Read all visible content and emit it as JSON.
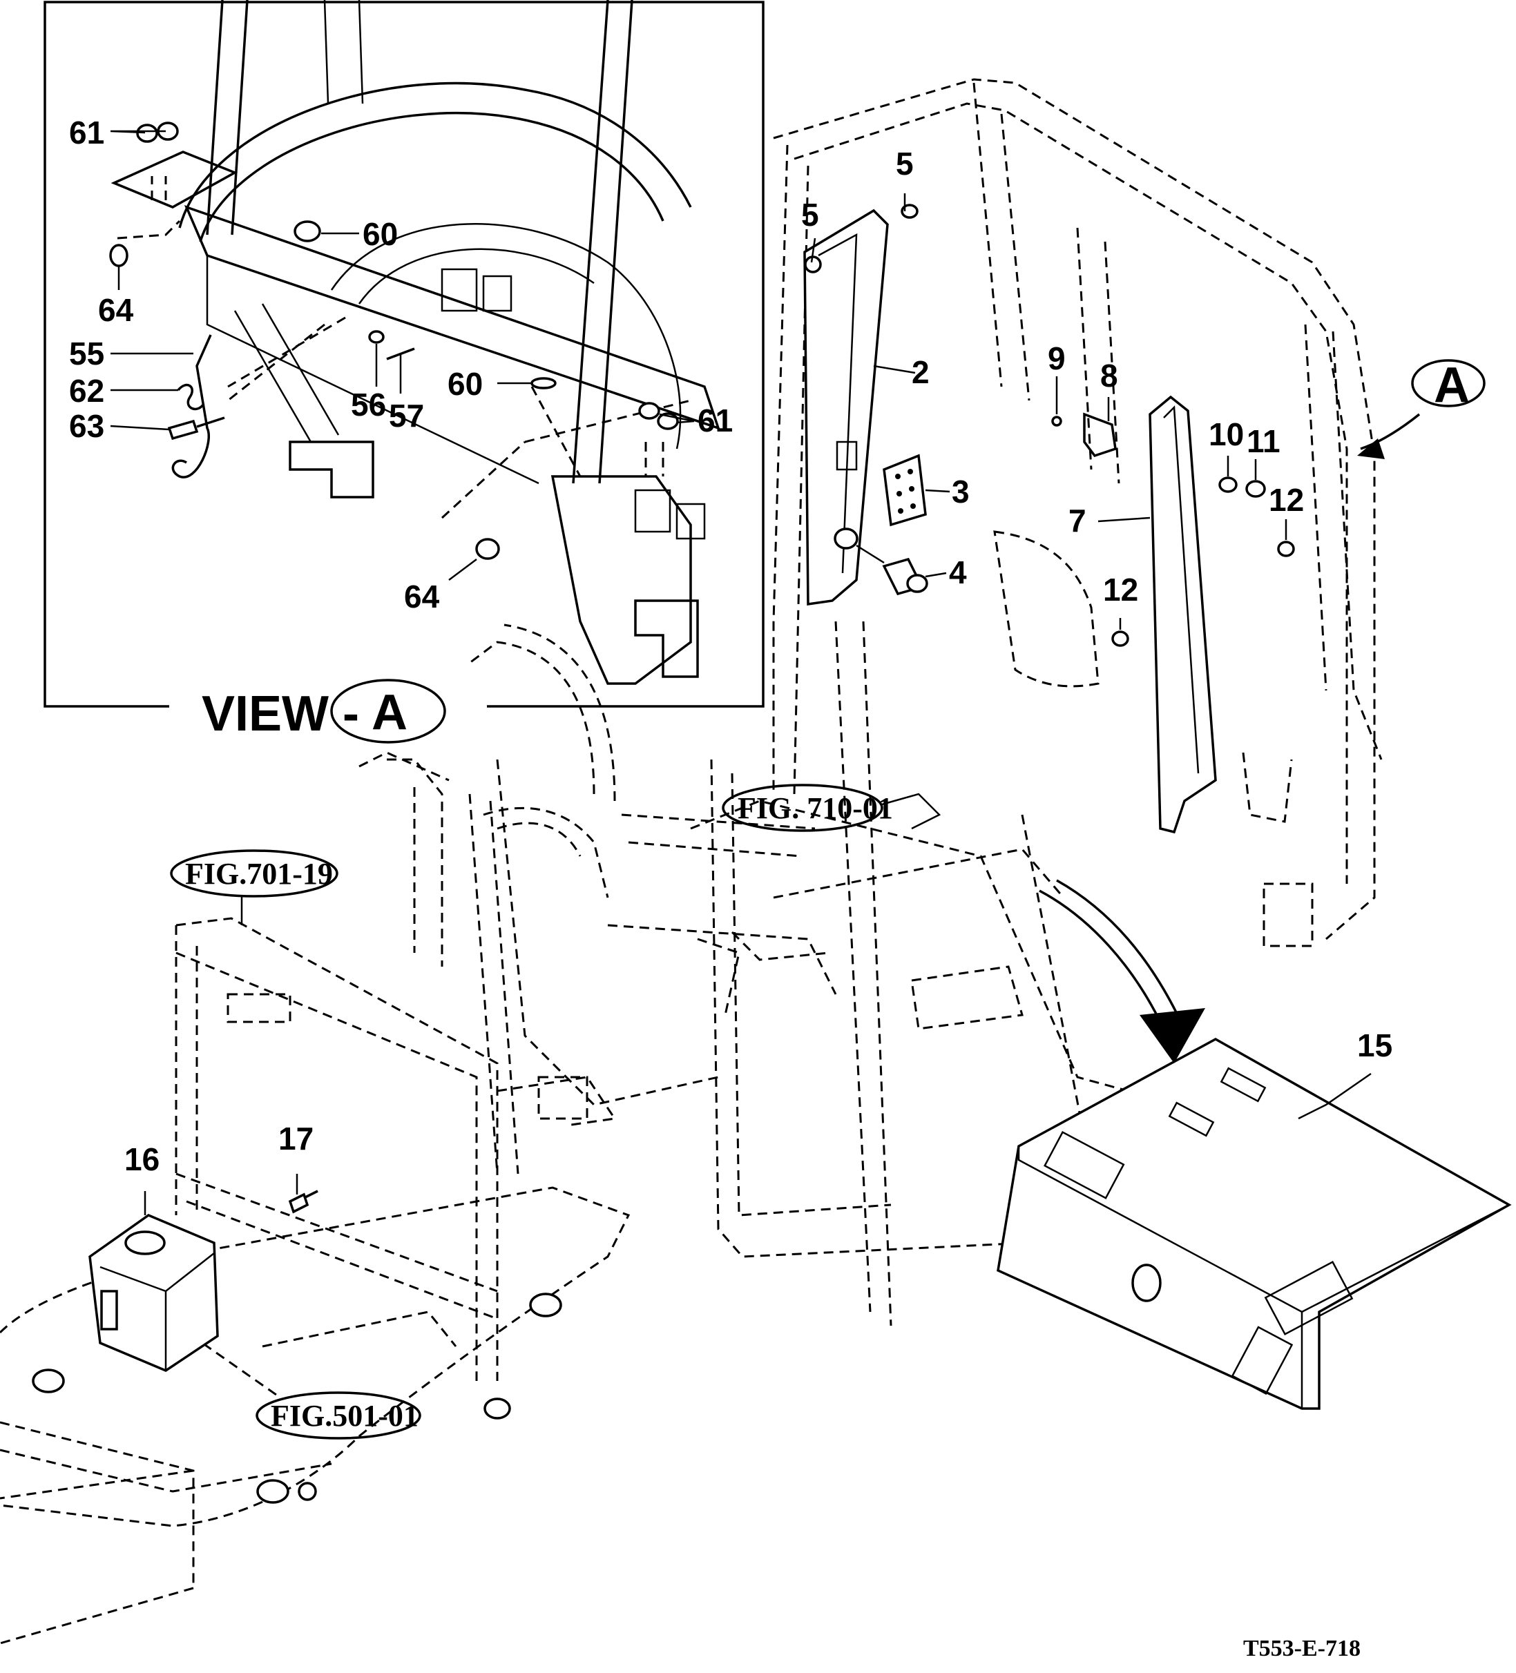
{
  "view": {
    "title_prefix": "VIEW -",
    "letter": "A",
    "labels": {
      "l61a": "61",
      "l60a": "60",
      "l64a": "64",
      "l55": "55",
      "l62": "62",
      "l63": "63",
      "l56": "56",
      "l57": "57",
      "l60b": "60",
      "l61b": "61",
      "l64b": "64"
    }
  },
  "main": {
    "labels": {
      "l5a": "5",
      "l5b": "5",
      "l2": "2",
      "l3": "3",
      "l4": "4",
      "l9": "9",
      "l8": "8",
      "l10": "10",
      "l11": "11",
      "l12a": "12",
      "l12b": "12",
      "l7": "7",
      "l15": "15",
      "l16": "16",
      "l17": "17"
    },
    "view_arrow_letter": "A"
  },
  "figure_refs": {
    "fig710": "FIG. 710-01",
    "fig701": "FIG.701-19",
    "fig501": "FIG.501-01"
  },
  "drawing_code": "T553-E-718"
}
